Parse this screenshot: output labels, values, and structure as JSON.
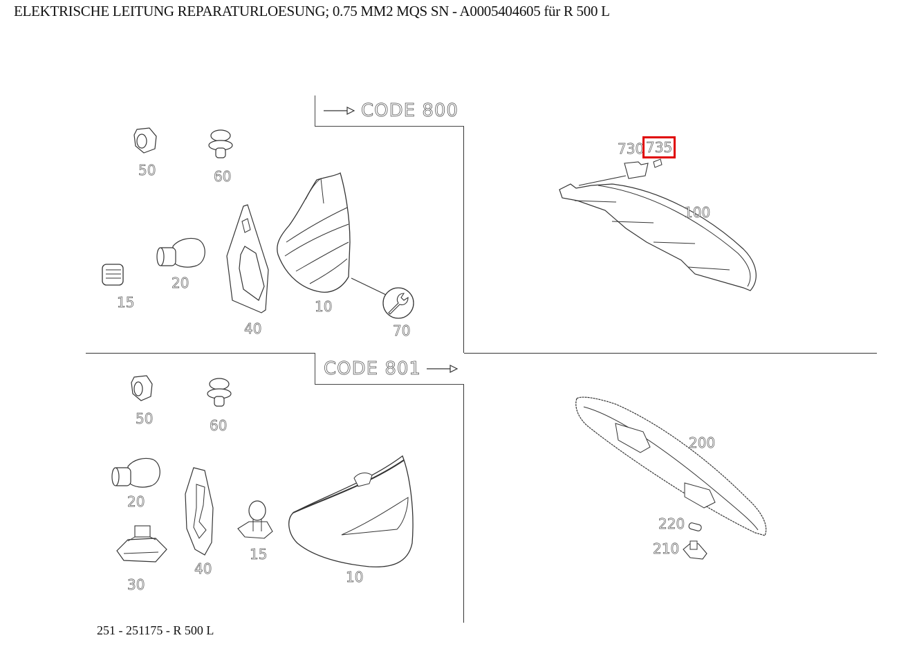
{
  "title": "ELEKTRISCHE LEITUNG REPARATURLOESUNG; 0.75 MM2 MQS SN - A0005404605 für R 500 L",
  "footer": "251 - 251175 - R 500 L",
  "colors": {
    "highlight": "#e00000",
    "line": "#333333"
  },
  "panels": {
    "top_left": {
      "code_label": "CODE 800",
      "arrow": "right-arrow-icon",
      "callouts": [
        {
          "id": "50",
          "label": "50"
        },
        {
          "id": "60",
          "label": "60"
        },
        {
          "id": "15",
          "label": "15"
        },
        {
          "id": "20",
          "label": "20"
        },
        {
          "id": "40",
          "label": "40"
        },
        {
          "id": "10",
          "label": "10"
        },
        {
          "id": "70",
          "label": "70",
          "icon": "wrench-icon"
        }
      ]
    },
    "top_right": {
      "callouts": [
        {
          "id": "730",
          "label": "730"
        },
        {
          "id": "735",
          "label": "735",
          "highlighted": true
        },
        {
          "id": "100",
          "label": "100"
        }
      ]
    },
    "bottom_left": {
      "code_label": "CODE 801",
      "arrow": "right-arrow-icon",
      "callouts": [
        {
          "id": "50",
          "label": "50"
        },
        {
          "id": "60",
          "label": "60"
        },
        {
          "id": "20",
          "label": "20"
        },
        {
          "id": "30",
          "label": "30"
        },
        {
          "id": "40",
          "label": "40"
        },
        {
          "id": "15",
          "label": "15"
        },
        {
          "id": "10",
          "label": "10"
        }
      ]
    },
    "bottom_right": {
      "callouts": [
        {
          "id": "200",
          "label": "200"
        },
        {
          "id": "220",
          "label": "220"
        },
        {
          "id": "210",
          "label": "210"
        }
      ]
    }
  }
}
